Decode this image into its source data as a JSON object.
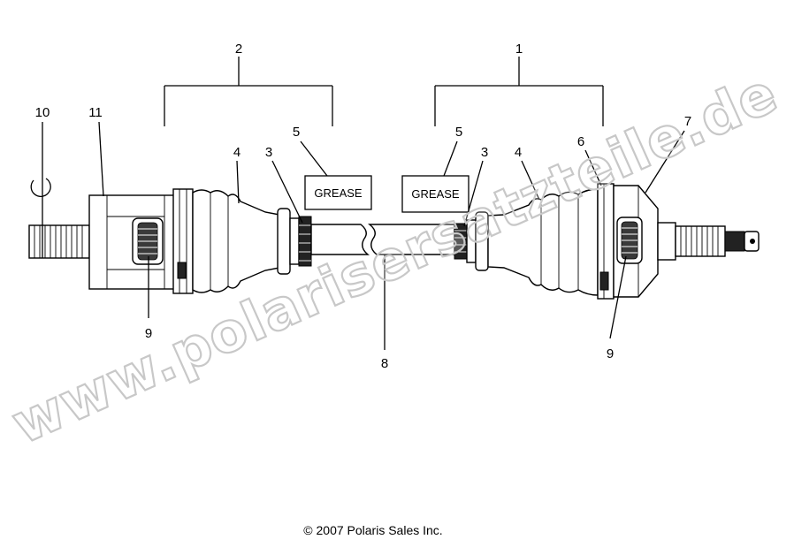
{
  "callouts": {
    "c1": "1",
    "c2": "2",
    "c3_left": "3",
    "c3_right": "3",
    "c4_left": "4",
    "c4_right": "4",
    "c5_left": "5",
    "c5_right": "5",
    "c6": "6",
    "c7": "7",
    "c8": "8",
    "c9_left": "9",
    "c9_right": "9",
    "c10": "10",
    "c11": "11"
  },
  "grease_labels": {
    "left": "GREASE",
    "right": "GREASE"
  },
  "copyright": "© 2007 Polaris Sales Inc.",
  "watermark": "www.polarisersatzteile.de"
}
